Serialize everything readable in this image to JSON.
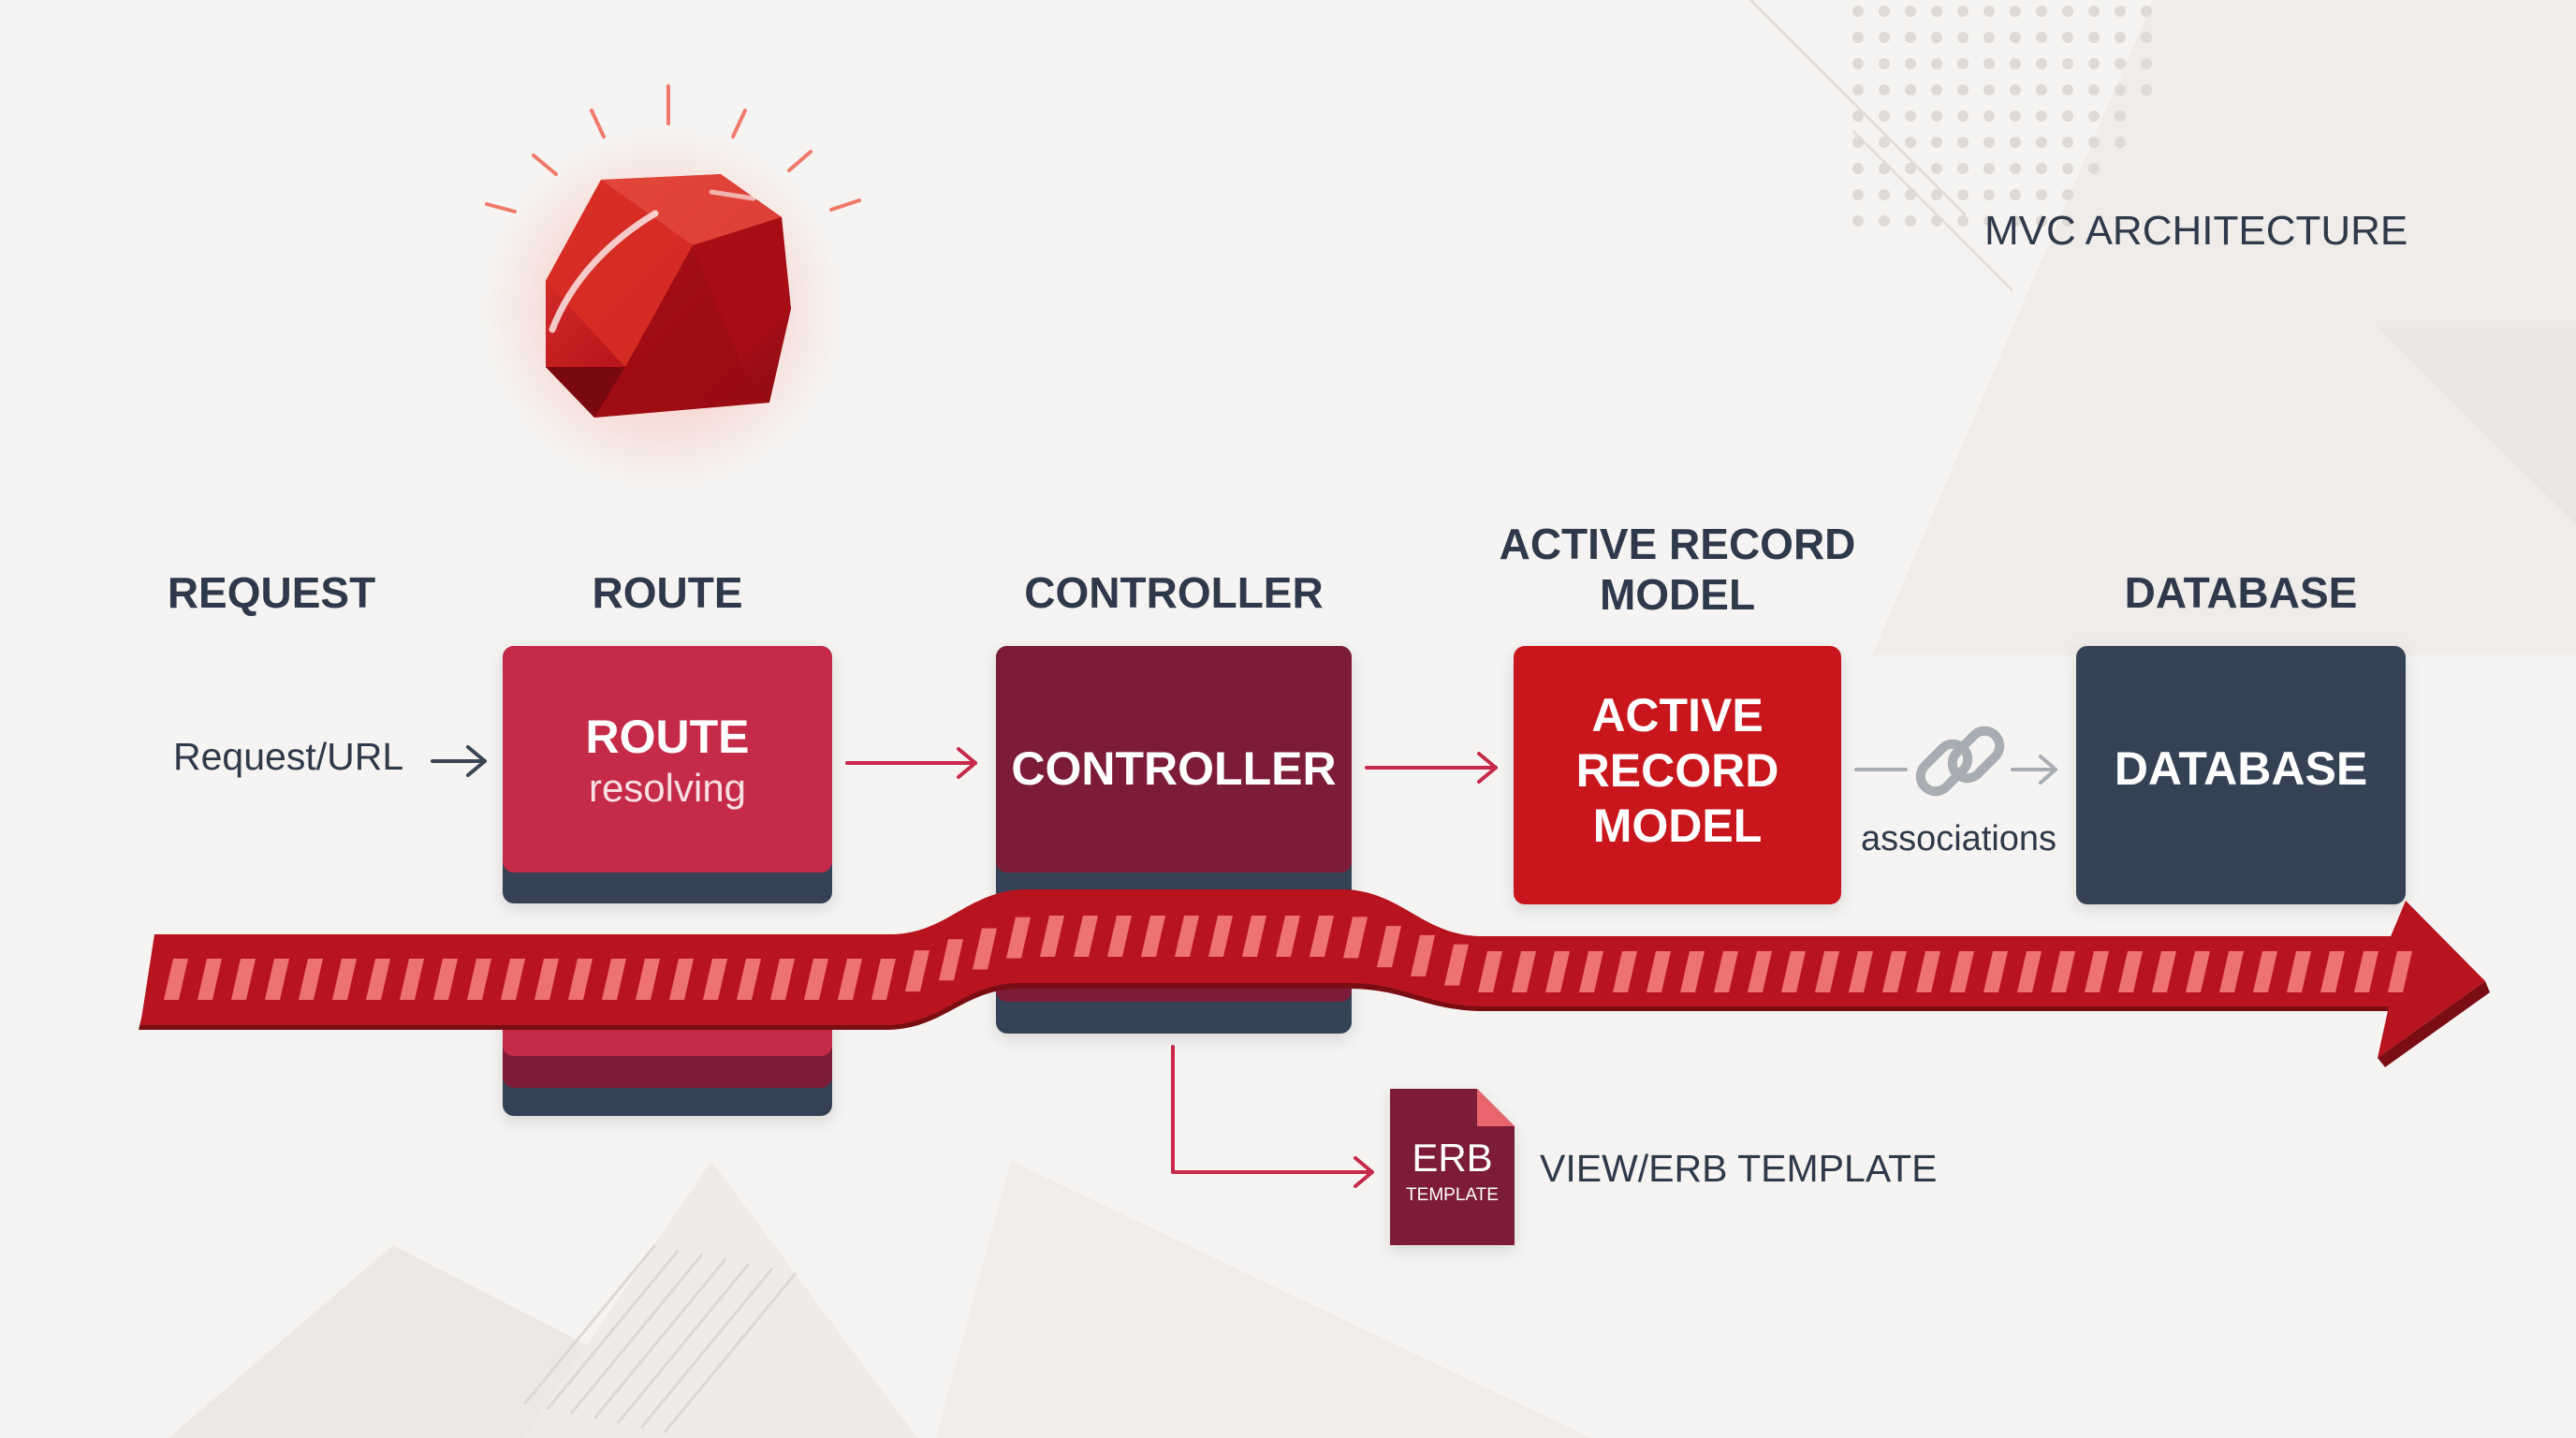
{
  "header": {
    "title": "MVC ARCHITECTURE"
  },
  "logo": {
    "name": "ruby-gem-icon"
  },
  "stages": {
    "request": {
      "label": "REQUEST",
      "detail": "Request/URL"
    },
    "route": {
      "label": "ROUTE",
      "box_title": "ROUTE",
      "box_subtitle": "resolving"
    },
    "controller": {
      "label": "CONTROLLER",
      "box_title": "CONTROLLER"
    },
    "model": {
      "label_line1": "ACTIVE RECORD",
      "label_line2": "MODEL",
      "box_line1": "ACTIVE",
      "box_line2": "RECORD",
      "box_line3": "MODEL"
    },
    "database": {
      "label": "DATABASE",
      "box_title": "DATABASE"
    }
  },
  "connectors": {
    "associations_label": "associations"
  },
  "view": {
    "file_title": "ERB",
    "file_subtitle": "TEMPLATE",
    "label": "VIEW/ERB TEMPLATE"
  },
  "colors": {
    "route": "#c6294a",
    "controller": "#7b1b38",
    "model": "#c8141c",
    "database": "#354357",
    "pipeline": "#b8141f",
    "text": "#2e3a4b",
    "background": "#f6f4f2"
  }
}
